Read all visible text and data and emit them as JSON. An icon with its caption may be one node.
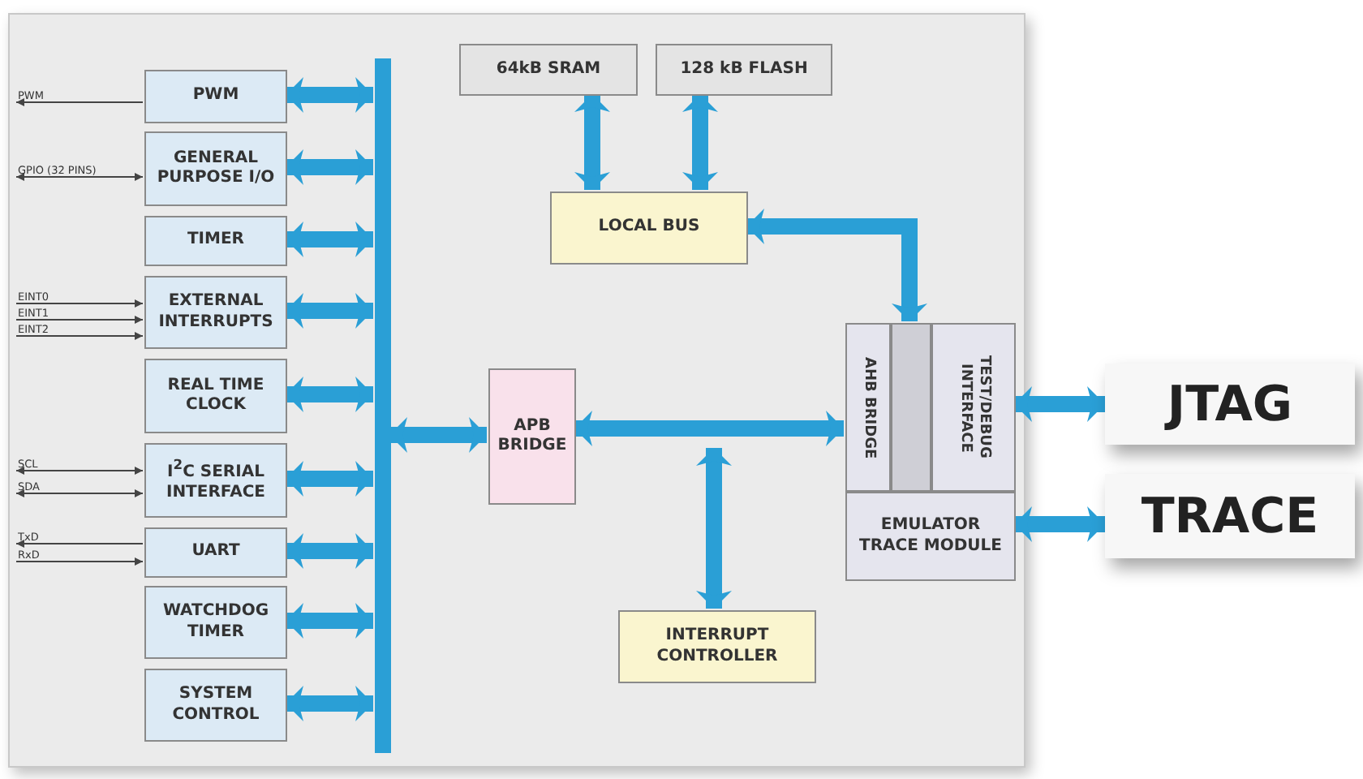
{
  "diagram": {
    "nodes": [
      {
        "text": [],
        "shape": "box"
      },
      {
        "text": [
          "PWM"
        ],
        "in": 0
      },
      {
        "text": [
          "GENERAL PURPOSE I/O"
        ],
        "in": 0
      },
      {
        "text": [
          "TIMER"
        ],
        "in": 0
      },
      {
        "text": [
          "EXTERNAL INTERRUPTS"
        ],
        "in": 0
      },
      {
        "text": [
          "REAL TIME CLOCK"
        ],
        "in": 0
      },
      {
        "text": [
          "I$^{2}$C SERIAL INTERFACE"
        ],
        "in": 0
      },
      {
        "text": [
          "UART"
        ],
        "in": 0
      },
      {
        "text": [
          "WATCHDOG TIMER"
        ],
        "in": 0
      },
      {
        "text": [
          "SYSTEM CONTROL"
        ],
        "in": 0
      },
      {
        "text": [],
        "shape": "bar",
        "in": 0
      },
      {
        "text": [
          "PWM"
        ],
        "in": 0
      },
      {
        "text": [
          "GPIO (32 PINS)"
        ],
        "in": 0
      },
      {
        "text": [
          "EINT0"
        ],
        "in": 0
      },
      {
        "text": [
          "EINT1"
        ],
        "in": 0
      },
      {
        "text": [
          "EINT2"
        ],
        "in": 0
      },
      {
        "text": [
          "SCL"
        ],
        "in": 0
      },
      {
        "text": [
          "SDA"
        ],
        "in": 0
      },
      {
        "text": [
          "TxD"
        ],
        "in": 0
      },
      {
        "text": [
          "RxD"
        ],
        "in": 0
      },
      {
        "text": [
          "64kB SRAM"
        ],
        "in": 0
      },
      {
        "text": [
          "128 kB FLASH"
        ],
        "in": 0
      },
      {
        "text": [
          "LOCAL BUS"
        ],
        "in": 0
      },
      {
        "text": [
          "APB BRIDGE"
        ],
        "in": 0
      },
      {
        "text": [
          "AHB BRIDGE"
        ],
        "in": 0
      },
      {
        "text": [],
        "shape": "box",
        "in": 0
      },
      {
        "text": [
          "TEST/DEBUG INTERFACE"
        ],
        "in": 0
      },
      {
        "text": [
          "EMULATOR TRACE MODULE"
        ],
        "in": 0
      },
      {
        "text": [
          "INTERRUPT CONTROLLER"
        ],
        "in": 0
      },
      {
        "text": [
          "JTAG"
        ]
      },
      {
        "text": [
          "TRACE"
        ]
      }
    ],
    "edges": [
      {
        "from": 1,
        "to": 10,
        "arrow": "both"
      },
      {
        "from": 2,
        "to": 10,
        "arrow": "both"
      },
      {
        "from": 3,
        "to": 10,
        "arrow": "both"
      },
      {
        "from": 4,
        "to": 10,
        "arrow": "both"
      },
      {
        "from": 5,
        "to": 10,
        "arrow": "both"
      },
      {
        "from": 6,
        "to": 10,
        "arrow": "both"
      },
      {
        "from": 7,
        "to": 10,
        "arrow": "both"
      },
      {
        "from": 8,
        "to": 10,
        "arrow": "both"
      },
      {
        "from": 9,
        "to": 10,
        "arrow": "both"
      },
      {
        "from": 1,
        "to": 11,
        "arrow": "to",
        "color": "#444444"
      },
      {
        "from": 12,
        "to": 2,
        "arrow": "both",
        "color": "#444444"
      },
      {
        "from": 13,
        "to": 4,
        "arrow": "to",
        "color": "#444444"
      },
      {
        "from": 14,
        "to": 4,
        "arrow": "to",
        "color": "#444444"
      },
      {
        "from": 15,
        "to": 4,
        "arrow": "to",
        "color": "#444444"
      },
      {
        "from": 16,
        "to": 6,
        "arrow": "both",
        "color": "#444444"
      },
      {
        "from": 17,
        "to": 6,
        "arrow": "both",
        "color": "#444444"
      },
      {
        "from": 7,
        "to": 18,
        "arrow": "to",
        "color": "#444444"
      },
      {
        "from": 19,
        "to": 7,
        "arrow": "to",
        "color": "#444444"
      },
      {
        "from": 10,
        "to": 23,
        "arrow": "both"
      },
      {
        "from": 23,
        "to": 24,
        "arrow": "both"
      },
      {
        "from": null,
        "to": 28,
        "arrow": "both"
      },
      {
        "from": 20,
        "to": 22,
        "arrow": "both"
      },
      {
        "from": 21,
        "to": 22,
        "arrow": "both"
      },
      {
        "from": 22,
        "to": 25,
        "arrow": "both"
      },
      {
        "from": 26,
        "to": 29,
        "arrow": "both"
      },
      {
        "from": 27,
        "to": 30,
        "arrow": "both"
      }
    ]
  }
}
